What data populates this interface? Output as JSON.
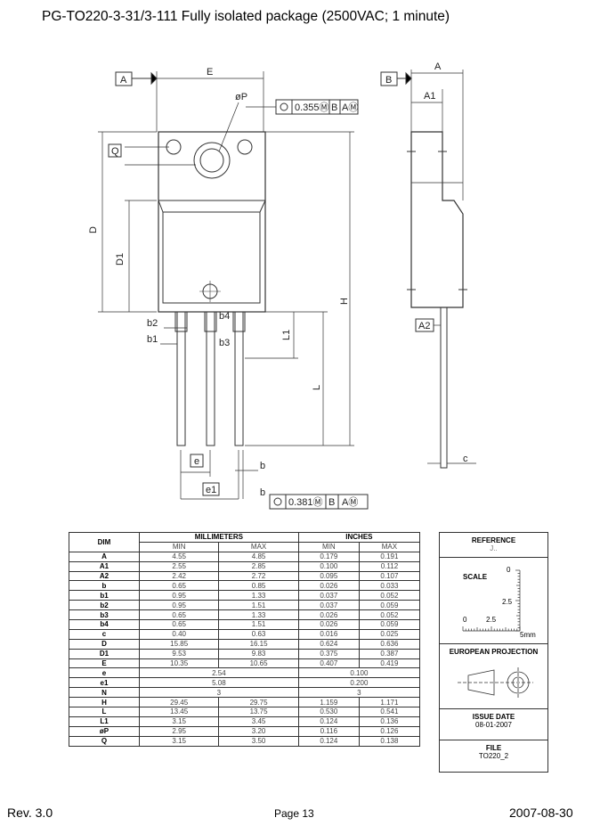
{
  "title": "PG-TO220-3-31/3-111 Fully isolated package (2500VAC; 1 minute)",
  "drawing": {
    "labels": {
      "A": "A",
      "E": "E",
      "P": "øP",
      "tol1": "0.355Ⓜ",
      "B": "B",
      "AM": "AⓂ",
      "Q": "Q",
      "D": "D",
      "D1": "D1",
      "H": "H",
      "b2": "b2",
      "b4": "b4",
      "b1": "b1",
      "b3": "b3",
      "L1": "L1",
      "L": "L",
      "e": "e",
      "e1": "e1",
      "b": "b",
      "tol2": "0.381Ⓜ",
      "A1": "A1",
      "A2": "A2",
      "c": "c"
    }
  },
  "table": {
    "dim_header": "DIM",
    "mm_header": "MILLIMETERS",
    "in_header": "INCHES",
    "min": "MIN",
    "max": "MAX",
    "rows": [
      {
        "dim": "A",
        "mm_min": "4.55",
        "mm_max": "4.85",
        "in_min": "0.179",
        "in_max": "0.191"
      },
      {
        "dim": "A1",
        "mm_min": "2.55",
        "mm_max": "2.85",
        "in_min": "0.100",
        "in_max": "0.112"
      },
      {
        "dim": "A2",
        "mm_min": "2.42",
        "mm_max": "2.72",
        "in_min": "0.095",
        "in_max": "0.107"
      },
      {
        "dim": "b",
        "mm_min": "0.65",
        "mm_max": "0.85",
        "in_min": "0.026",
        "in_max": "0.033"
      },
      {
        "dim": "b1",
        "mm_min": "0.95",
        "mm_max": "1.33",
        "in_min": "0.037",
        "in_max": "0.052"
      },
      {
        "dim": "b2",
        "mm_min": "0.95",
        "mm_max": "1.51",
        "in_min": "0.037",
        "in_max": "0.059"
      },
      {
        "dim": "b3",
        "mm_min": "0.65",
        "mm_max": "1.33",
        "in_min": "0.026",
        "in_max": "0.052"
      },
      {
        "dim": "b4",
        "mm_min": "0.65",
        "mm_max": "1.51",
        "in_min": "0.026",
        "in_max": "0.059"
      },
      {
        "dim": "c",
        "mm_min": "0.40",
        "mm_max": "0.63",
        "in_min": "0.016",
        "in_max": "0.025"
      },
      {
        "dim": "D",
        "mm_min": "15.85",
        "mm_max": "16.15",
        "in_min": "0.624",
        "in_max": "0.636"
      },
      {
        "dim": "D1",
        "mm_min": "9.53",
        "mm_max": "9.83",
        "in_min": "0.375",
        "in_max": "0.387"
      },
      {
        "dim": "E",
        "mm_min": "10.35",
        "mm_max": "10.65",
        "in_min": "0.407",
        "in_max": "0.419"
      },
      {
        "dim": "e",
        "mm": "2.54",
        "in": "0.100"
      },
      {
        "dim": "e1",
        "mm": "5.08",
        "in": "0.200"
      },
      {
        "dim": "N",
        "mm": "3",
        "in": "3"
      },
      {
        "dim": "H",
        "mm_min": "29.45",
        "mm_max": "29.75",
        "in_min": "1.159",
        "in_max": "1.171"
      },
      {
        "dim": "L",
        "mm_min": "13.45",
        "mm_max": "13.75",
        "in_min": "0.530",
        "in_max": "0.541"
      },
      {
        "dim": "L1",
        "mm_min": "3.15",
        "mm_max": "3.45",
        "in_min": "0.124",
        "in_max": "0.136"
      },
      {
        "dim": "øP",
        "mm_min": "2.95",
        "mm_max": "3.20",
        "in_min": "0.116",
        "in_max": "0.126"
      },
      {
        "dim": "Q",
        "mm_min": "3.15",
        "mm_max": "3.50",
        "in_min": "0.124",
        "in_max": "0.138"
      }
    ]
  },
  "side": {
    "reference_label": "REFERENCE",
    "reference_value": "J..",
    "scale_label": "SCALE",
    "scale_ticks": {
      "v0": "0",
      "v25": "2.5",
      "h0": "0",
      "h25": "2.5",
      "h5": "5mm"
    },
    "projection_label": "EUROPEAN PROJECTION",
    "issue_label": "ISSUE DATE",
    "issue_value": "08-01-2007",
    "file_label": "FILE",
    "file_value": "TO220_2"
  },
  "footer": {
    "rev": "Rev. 3.0",
    "page": "Page 13",
    "date": "2007-08-30"
  }
}
